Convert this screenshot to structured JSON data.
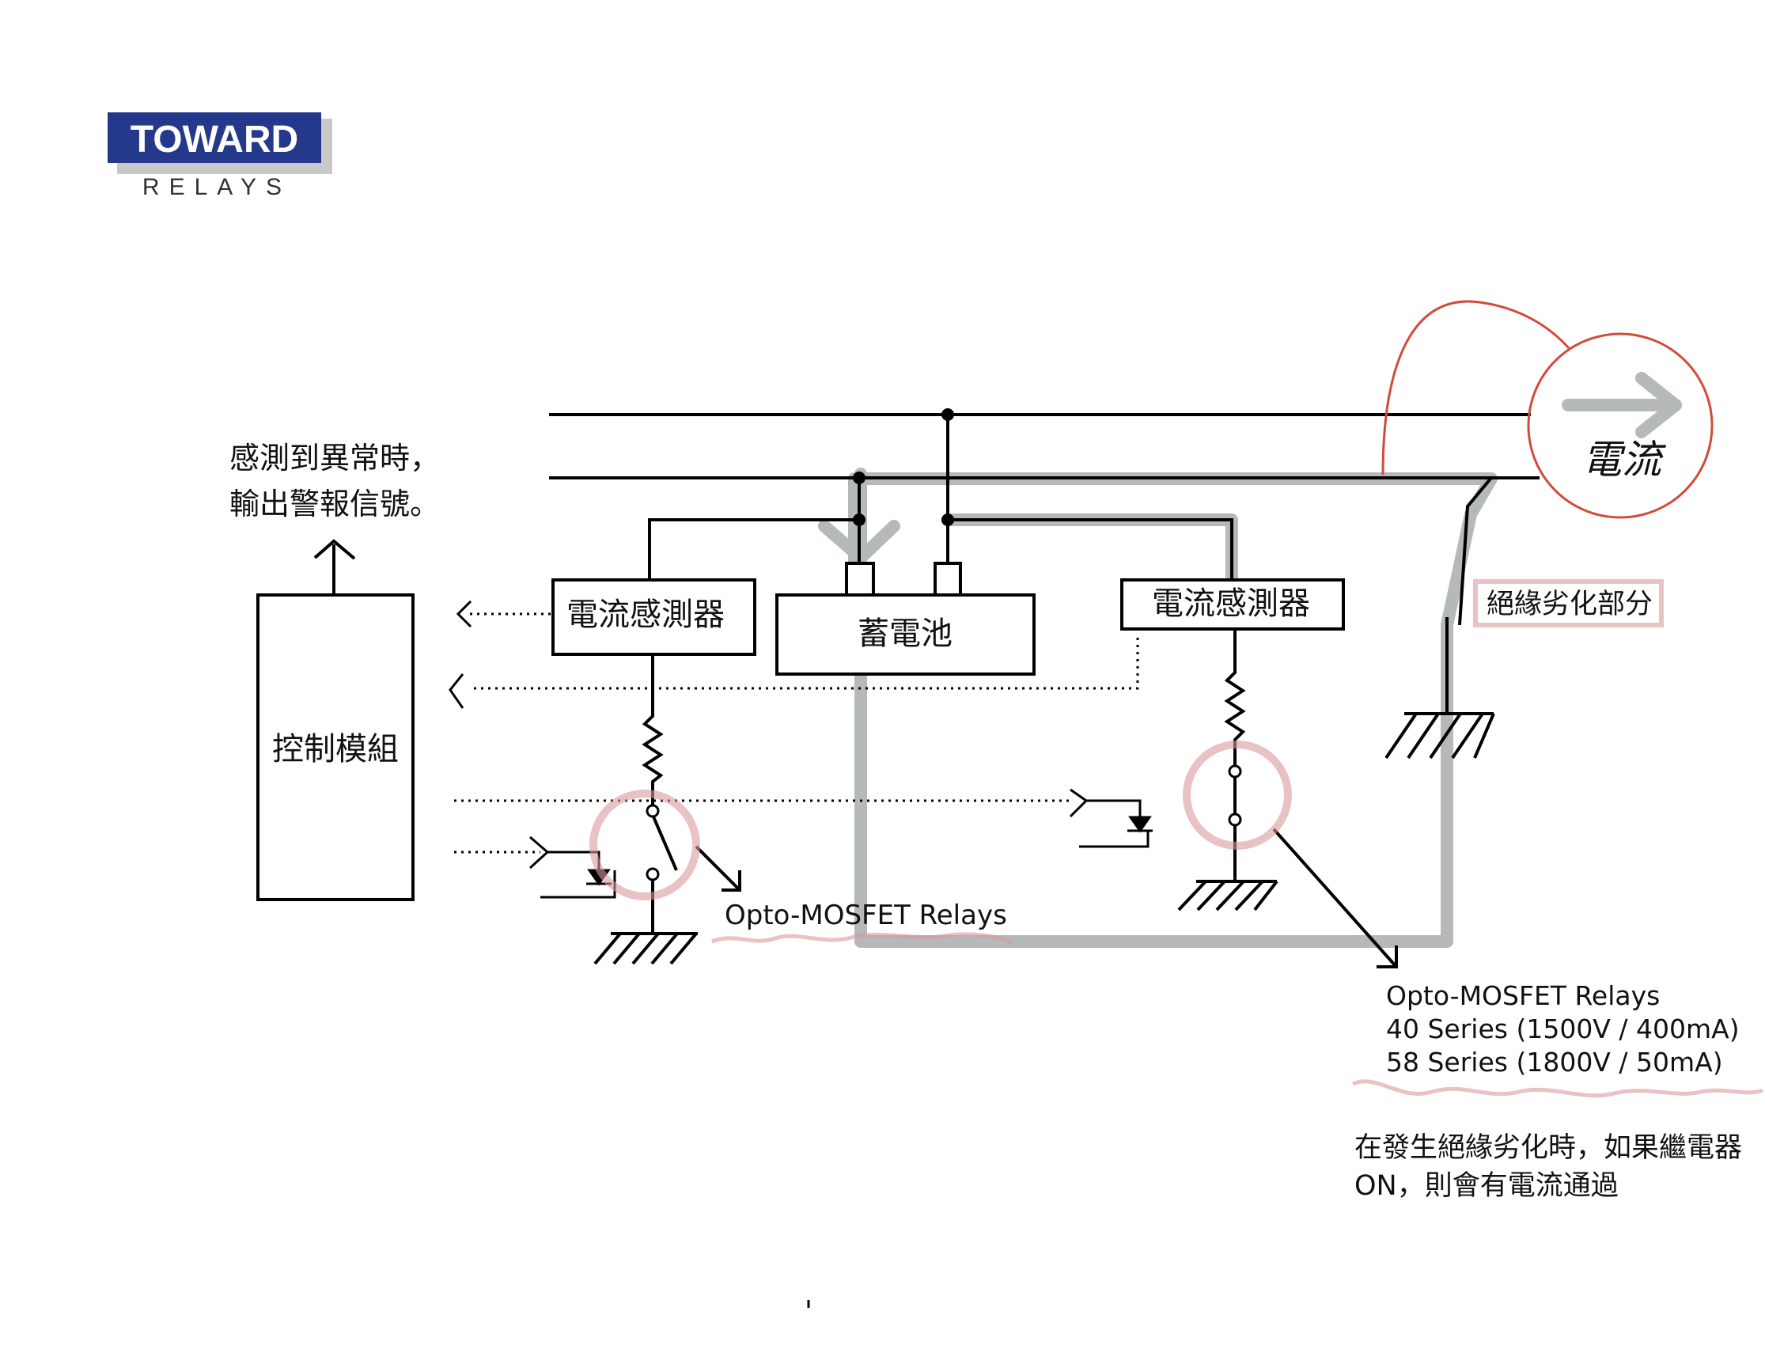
{
  "logo": {
    "brand": "TOWARD",
    "sub": "RELAYS"
  },
  "colors": {
    "logo_blue": "#25398c",
    "highlight_gray": "#a9adad",
    "accent_red": "#d44a3a",
    "pink": "#d99a9c"
  },
  "labels": {
    "alarm_line1": "感測到異常時，",
    "alarm_line2": "輸出警報信號。",
    "control_module": "控制模組",
    "sensor_left": "電流感測器",
    "battery": "蓄電池",
    "sensor_right": "電流感測器",
    "insulation": "絕緣劣化部分",
    "current": "電流",
    "relay_left": "Opto-MOSFET Relays",
    "relay_right_title": "Opto-MOSFET Relays",
    "relay_right_s40": "40 Series (1500V / 400mA)",
    "relay_right_s58": "58 Series (1800V / 50mA)",
    "note_line1": "在發生絕緣劣化時，如果繼電器",
    "note_line2": "ON，則會有電流通過"
  }
}
